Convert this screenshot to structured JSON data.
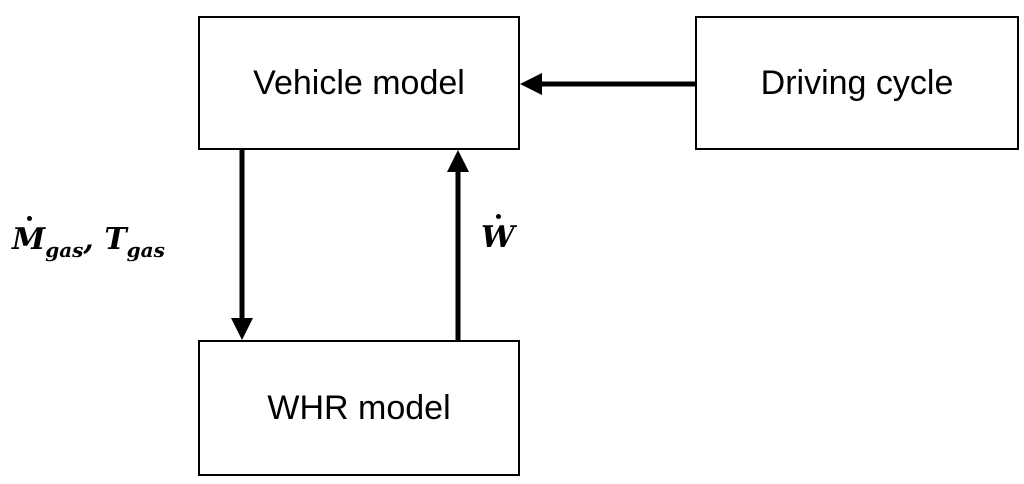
{
  "blocks": {
    "vehicle_model": "Vehicle model",
    "driving_cycle": "Driving cycle",
    "whr_model": "WHR model"
  },
  "signals": {
    "gas_flow": {
      "mass_symbol": "M",
      "mass_subscript": "gas",
      "separator": ",",
      "temp_symbol": "T",
      "temp_subscript": "gas"
    },
    "work": {
      "symbol": "W"
    }
  }
}
